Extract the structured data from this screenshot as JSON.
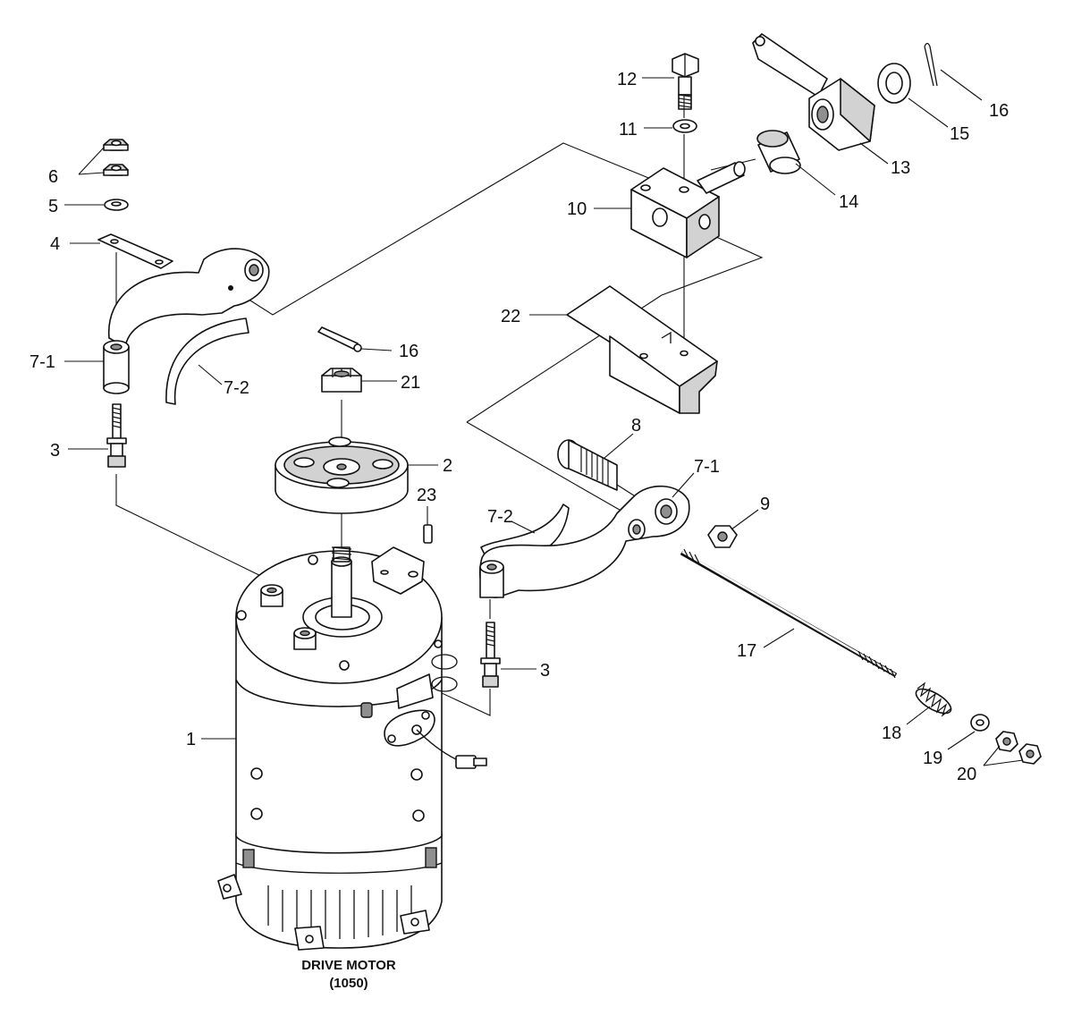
{
  "labels": {
    "p1": "1",
    "p2": "2",
    "p3a": "3",
    "p3b": "3",
    "p4": "4",
    "p5": "5",
    "p6": "6",
    "p7_1a": "7-1",
    "p7_2a": "7-2",
    "p7_1b": "7-1",
    "p7_2b": "7-2",
    "p8": "8",
    "p9": "9",
    "p10": "10",
    "p11": "11",
    "p12": "12",
    "p13": "13",
    "p14": "14",
    "p15": "15",
    "p16a": "16",
    "p16b": "16",
    "p17": "17",
    "p18": "18",
    "p19": "19",
    "p20": "20",
    "p21": "21",
    "p22": "22",
    "p23": "23"
  },
  "caption": {
    "line1": "DRIVE MOTOR",
    "line2": "(1050)"
  }
}
